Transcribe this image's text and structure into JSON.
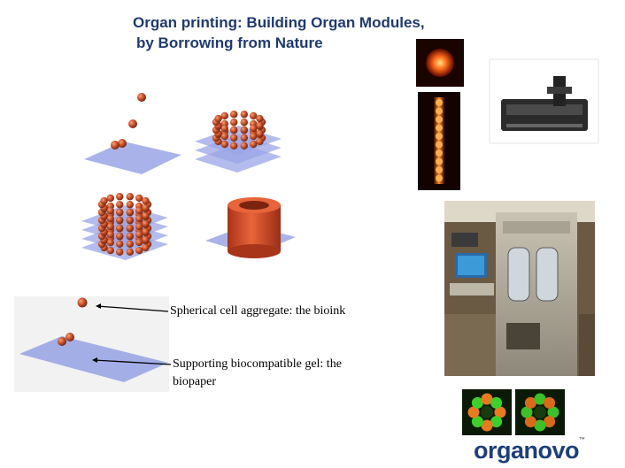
{
  "slide": {
    "title_line1": "Organ printing: Building Organ Modules,",
    "title_line2": "by Borrowing from Nature"
  },
  "legend": {
    "bioink_label": "Spherical cell aggregate: the bioink",
    "biopaper_label_line1": "Supporting biocompatible gel: the",
    "biopaper_label_line2": "biopaper"
  },
  "logo": {
    "text": "organovo",
    "tm": "™"
  },
  "colors": {
    "title": "#1f3a6e",
    "gel": "#9aa6e6",
    "aggregate": "#c8502a",
    "tube": "#d9532e",
    "logo": "#1d3f7a",
    "logo_o": "#f08a1c"
  }
}
